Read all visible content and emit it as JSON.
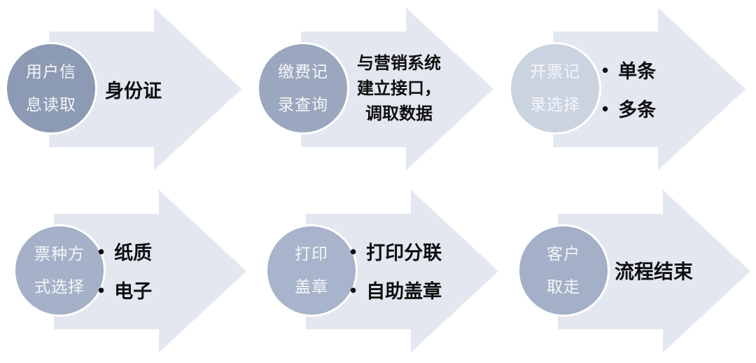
{
  "diagram": {
    "bullet_char": "•",
    "colors": {
      "background": "#ffffff",
      "arrow_fill": "#e3e7f0",
      "circle_border": "#ffffff",
      "circle_text": "#f5f6f9",
      "label_text": "#0f0f0f"
    },
    "steps": [
      {
        "circle_color": "#8d9ab4",
        "circle_lines": [
          "用户信",
          "息读取"
        ],
        "label": "身份证"
      },
      {
        "circle_color": "#9aa7be",
        "circle_lines": [
          "缴费记",
          "录查询"
        ],
        "detail_lines": [
          "与营销系统",
          "建立接口，",
          "调取数据"
        ]
      },
      {
        "circle_color": "#cbd3e1",
        "circle_lines": [
          "开票记",
          "录选择"
        ],
        "bullets": [
          "单条",
          "多条"
        ]
      },
      {
        "circle_color": "#a4b1c8",
        "circle_lines": [
          "票种方",
          "式选择"
        ],
        "bullets": [
          "纸质",
          "电子"
        ]
      },
      {
        "circle_color": "#a8b4cb",
        "circle_lines": [
          "打印",
          "盖章"
        ],
        "bullets": [
          "打印分联",
          "自助盖章"
        ]
      },
      {
        "circle_color": "#a3b0c7",
        "circle_lines": [
          "客户",
          "取走"
        ],
        "label": "流程结束"
      }
    ]
  }
}
